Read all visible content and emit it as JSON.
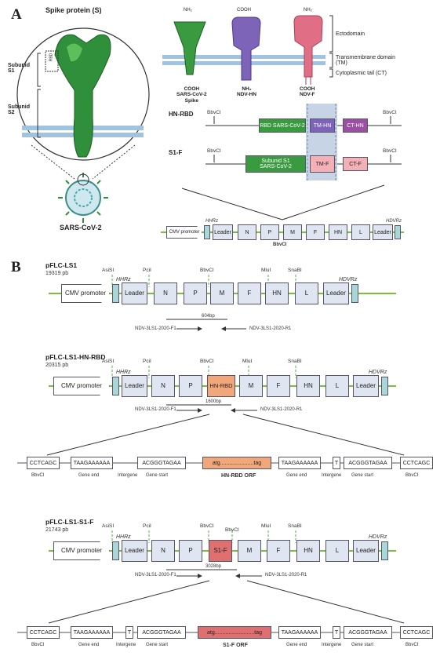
{
  "panel_a": {
    "letter": "A",
    "spike_title": "Spike protein (S)",
    "rbd": "RBD",
    "subunit_s1": "Subunid\nS1",
    "subunit_s2": "Subunid\nS2",
    "virus_label": "SARS-CoV-2",
    "proteins": [
      {
        "top": "NH₂",
        "bottom": "COOH\nSARS-CoV-2\nSpike",
        "color": "#3a9a3f"
      },
      {
        "top": "COOH",
        "bottom": "NH₂\nNDV-HN",
        "color": "#7d64b8"
      },
      {
        "top": "NH₂",
        "bottom": "COOH\nNDV-F",
        "color": "#e06f86"
      }
    ],
    "domains": [
      "Ectodomain",
      "Transmembrane domain\n(TM)",
      "Cytoplasmic tail (CT)"
    ],
    "hn_rbd": {
      "name": "HN-RBD",
      "site": "BbvCI",
      "parts": [
        "RBD SARS-CoV-2",
        "TM-HN",
        "CT-HN"
      ]
    },
    "s1_f": {
      "name": "S1-F",
      "site": "BbvCI",
      "parts": [
        "Subunid S1\nSARS-CoV-2",
        "TM-F",
        "CT-F"
      ]
    },
    "genome": {
      "promoter": "CMV promoter",
      "hhrz": "HHRz",
      "hdvrz": "HDVRz",
      "genes": [
        "Leader",
        "N",
        "P",
        "M",
        "F",
        "HN",
        "L",
        "Leader"
      ],
      "site": "BbvCI"
    }
  },
  "panel_b": {
    "letter": "B",
    "constructs": [
      {
        "name": "pFLC-LS1",
        "size": "19319 pb",
        "sites": [
          "AsiSI",
          "PciI",
          "BbvCI",
          "MluI",
          "SnaBI"
        ],
        "promoter": "CMV promoter",
        "hhrz": "HHRz",
        "hdvrz": "HDVRz",
        "genes": [
          "Leader",
          "N",
          "P",
          "M",
          "F",
          "HN",
          "L",
          "Leader"
        ],
        "amplicon": "604bp",
        "primer_f": "NDV-3LS1-2020-F1",
        "primer_r": "NDV-3LS1-2020-R1"
      },
      {
        "name": "pFLC-LS1-HN-RBD",
        "size": "20315 pb",
        "sites": [
          "AsiSI",
          "PciI",
          "BbvCI",
          "MluI",
          "SnaBI"
        ],
        "promoter": "CMV promoter",
        "hhrz": "HHRz",
        "hdvrz": "HDVRz",
        "genes": [
          "Leader",
          "N",
          "P",
          "HN-RBD",
          "M",
          "F",
          "HN",
          "L",
          "Leader"
        ],
        "amplicon": "1600bp",
        "primer_f": "NDV-3LS1-2020-F1",
        "primer_r": "NDV-3LS1-2020-R1",
        "cassette": {
          "seqs": [
            "CCTCAGC",
            "TAAGAAAAAA",
            "ACGGGTAGAA",
            "atg......................tag",
            "TAAGAAAAAA",
            "T",
            "ACGGGTAGAA",
            "CCTCAGC"
          ],
          "labels": [
            "BbvCI",
            "Gene end",
            "Intergene",
            "Gene start",
            "HN-RBD ORF",
            "Gene end",
            "Intergene",
            "Gene start",
            "BbvCI"
          ]
        }
      },
      {
        "name": "pFLC-LS1-S1-F",
        "size": "21743 pb",
        "sites": [
          "AsiSI",
          "PciI",
          "BbvCI",
          "BbvCI",
          "MluI",
          "SnaBI"
        ],
        "promoter": "CMV promoter",
        "hhrz": "HHRz",
        "hdvrz": "HDVRz",
        "genes": [
          "Leader",
          "N",
          "P",
          "S1-F",
          "M",
          "F",
          "HN",
          "L",
          "Leader"
        ],
        "amplicon": "3028bp",
        "primer_f": "NDV-3LS1-2020-F1",
        "primer_r": "NDV-3LS1-2020-R1",
        "cassette": {
          "seqs": [
            "CCTCAGC",
            "TAAGAAAAAA",
            "T",
            "ACGGGTAGAA",
            "atg..........................tag",
            "TAAGAAAAAA",
            "T",
            "ACGGGTAGAA",
            "CCTCAGC"
          ],
          "labels": [
            "BbvCI",
            "Gene end",
            "Intergene",
            "Gene start",
            "S1-F ORF",
            "Gene end",
            "Intergene",
            "Gene start",
            "BbvCI"
          ]
        }
      }
    ]
  },
  "colors": {
    "rbd": "#f2a77a",
    "s1f": "#e07070",
    "backbone": "#7bbf3a",
    "site_line": "#55b04a",
    "box": "#dfe6f2"
  }
}
